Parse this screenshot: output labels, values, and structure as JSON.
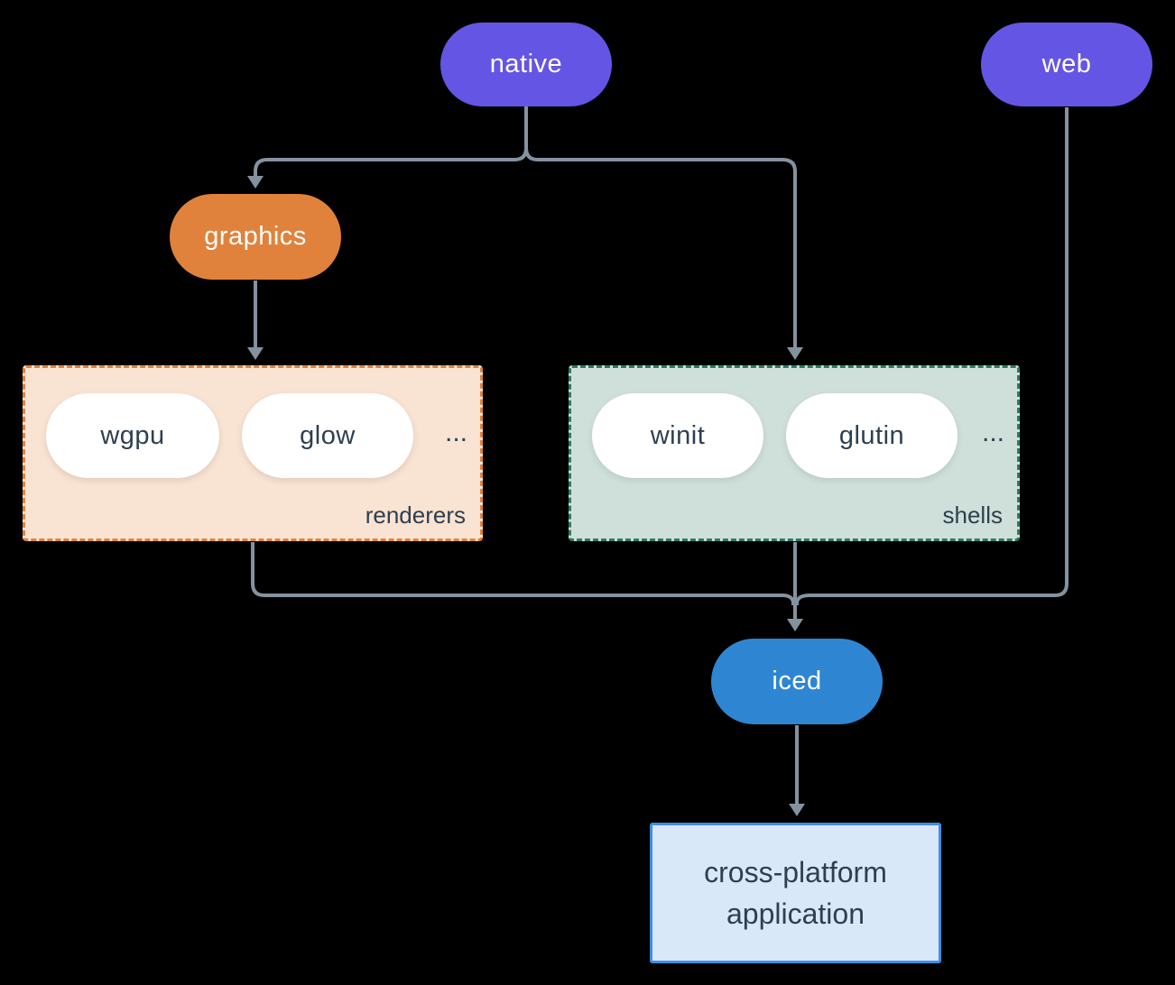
{
  "colors": {
    "background": "#000000",
    "purple": "#6455e5",
    "orange": "#e0823c",
    "blue": "#2e86d3",
    "arrow": "#8492a0",
    "ink": "#2e3f50",
    "renderers-fill": "#f9e3d2",
    "renderers-border": "#e0823c",
    "shells-fill": "#cfe0da",
    "shells-border": "#2c7a66",
    "app-fill": "#d8e8f8",
    "app-border": "#3e8ee4",
    "pill-fill": "#ffffff"
  },
  "nodes": {
    "native": {
      "label": "native"
    },
    "web": {
      "label": "web"
    },
    "graphics": {
      "label": "graphics"
    },
    "iced": {
      "label": "iced"
    },
    "application": {
      "line1": "cross-platform",
      "line2": "application"
    }
  },
  "groups": {
    "renderers": {
      "label": "renderers",
      "items": [
        {
          "label": "wgpu"
        },
        {
          "label": "glow"
        }
      ],
      "ellipsis": "..."
    },
    "shells": {
      "label": "shells",
      "items": [
        {
          "label": "winit"
        },
        {
          "label": "glutin"
        }
      ],
      "ellipsis": "..."
    }
  }
}
